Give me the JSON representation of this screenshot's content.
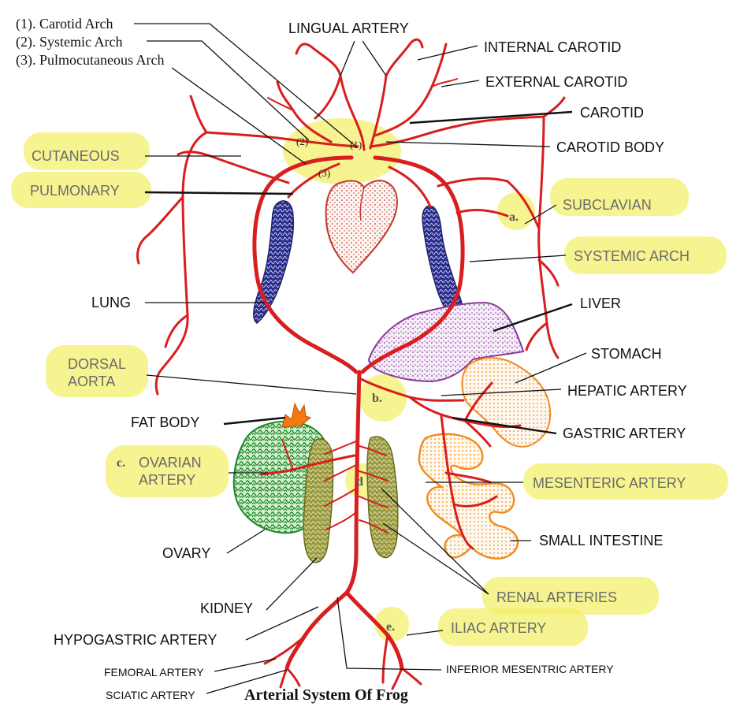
{
  "labels": {
    "carotid_arch": "(1). Carotid Arch",
    "systemic_arch_key": "(2). Systemic Arch",
    "pulmocutaneous_arch": "(3). Pulmocutaneous Arch",
    "lingual_artery": "LINGUAL ARTERY",
    "internal_carotid": "INTERNAL CAROTID",
    "external_carotid": "EXTERNAL CAROTID",
    "carotid": "CAROTID",
    "carotid_body": "CAROTID BODY",
    "cutaneous": "CUTANEOUS",
    "pulmonary": "PULMONARY",
    "subclavian": "SUBCLAVIAN",
    "systemic_arch": "SYSTEMIC ARCH",
    "lung": "LUNG",
    "liver": "LIVER",
    "stomach": "STOMACH",
    "dorsal_aorta_1": "DORSAL",
    "dorsal_aorta_2": "AORTA",
    "hepatic_artery": "HEPATIC ARTERY",
    "fat_body": "FAT BODY",
    "gastric_artery": "GASTRIC ARTERY",
    "ovarian_artery_1": "OVARIAN",
    "ovarian_artery_2": "ARTERY",
    "mesenteric_artery": "MESENTERIC ARTERY",
    "ovary": "OVARY",
    "small_intestine": "SMALL INTESTINE",
    "renal_arteries": "RENAL ARTERIES",
    "kidney": "KIDNEY",
    "iliac_artery": "ILIAC ARTERY",
    "hypogastric_artery": "HYPOGASTRIC ARTERY",
    "femoral_artery": "FEMORAL ARTERY",
    "inferior_mesentric_artery": "INFERIOR MESENTRIC ARTERY",
    "sciatic_artery": "SCIATIC ARTERY"
  },
  "markers": {
    "a": "a.",
    "b": "b.",
    "c": "c.",
    "d": "d",
    "e": "e.",
    "n1": "(1)",
    "n2": "(2)",
    "n3": "(3)"
  },
  "title": "Arterial System Of Frog",
  "colors": {
    "artery": "#d81e1e",
    "highlight": "#f3ef6c",
    "lung": "#2b2f8f",
    "liver": "#8a3a9a",
    "intestine": "#f08a1e",
    "ovary": "#1e8a2a",
    "kidney": "#7a7a30",
    "fat_body": "#f07a10",
    "heart": "#c0392b"
  }
}
